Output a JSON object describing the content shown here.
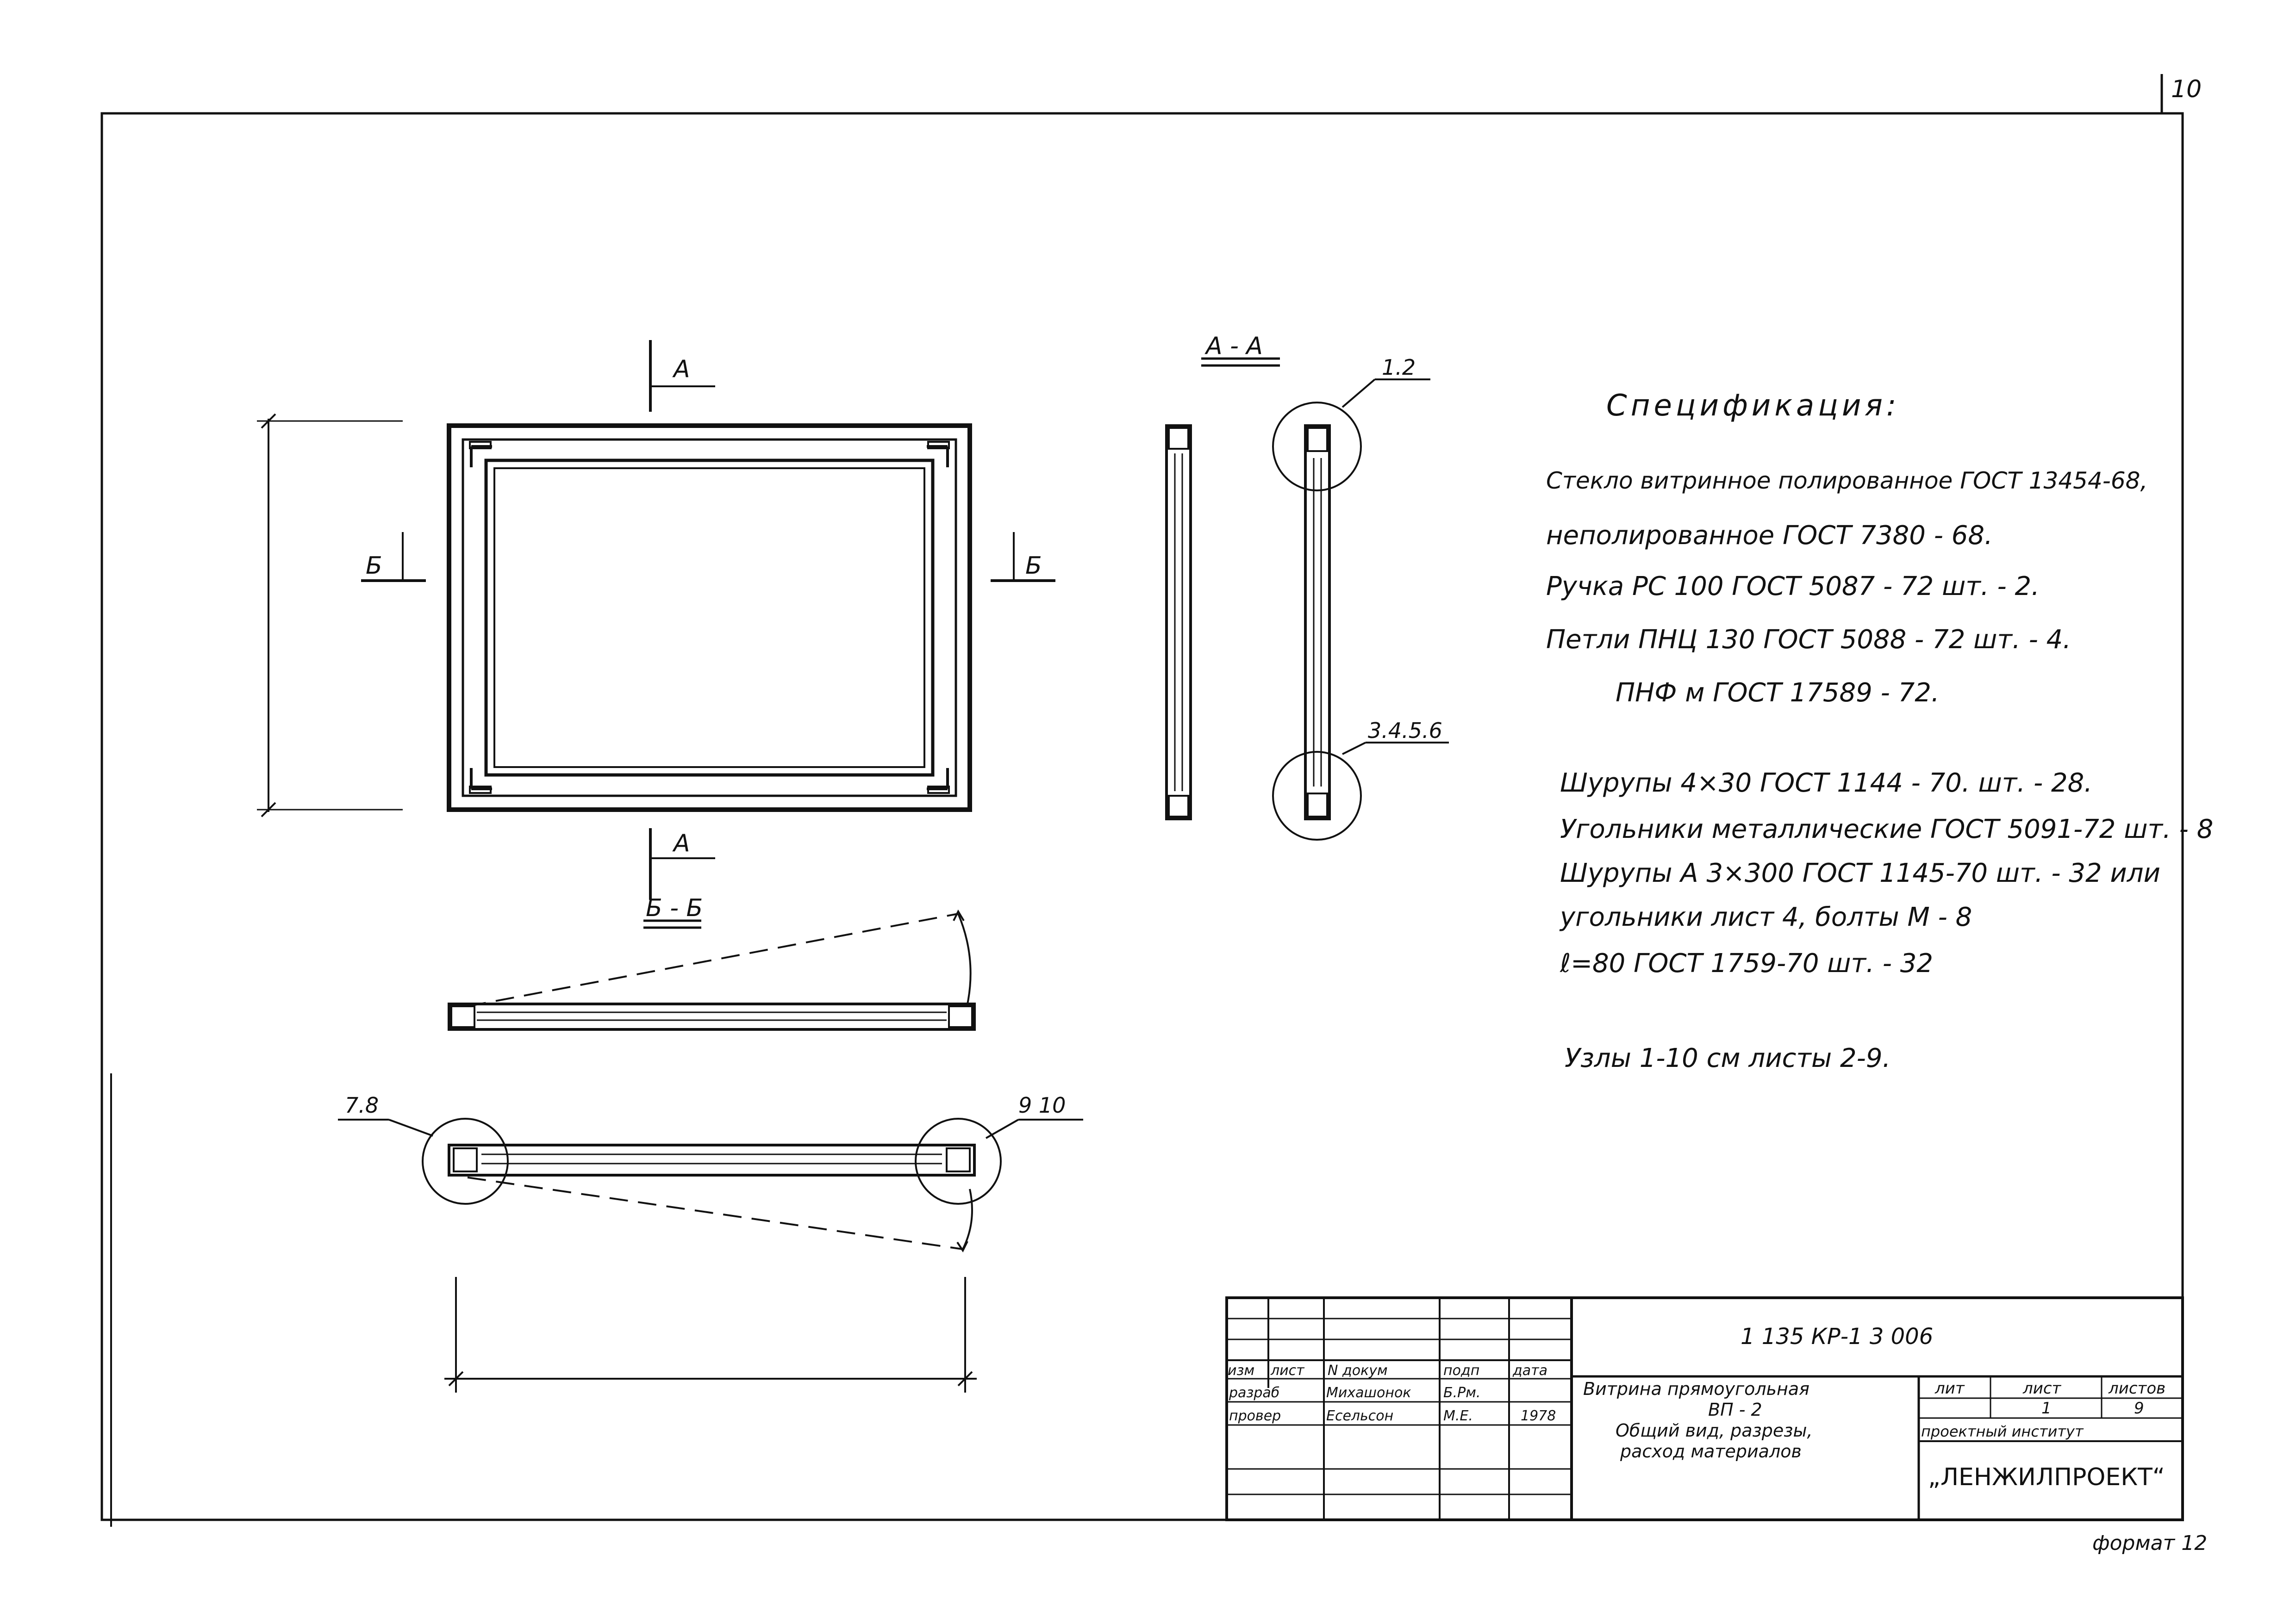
{
  "sheet": {
    "page_number": "10",
    "format_label": "формат 12"
  },
  "views": {
    "section_a": "А",
    "section_b": "Б",
    "view_aa_label": "А - А",
    "view_bb_label": "Б - Б",
    "callout_12": "1.2",
    "callout_3456": "3.4.5.6",
    "callout_78": "7.8",
    "callout_910": "9 10"
  },
  "specification": {
    "title": "Спецификация:",
    "lines": [
      "Стекло витринное полированное ГОСТ 13454-68,",
      "неполированное ГОСТ 7380 - 68.",
      "Ручка РС 100   ГОСТ   5087 - 72    шт. - 2.",
      "Петли ПНЦ 130 ГОСТ 5088 - 72        шт. - 4.",
      "ПНФ м  ГОСТ  17589 - 72.",
      "Шурупы 4×30 ГОСТ 1144 - 70.    шт. - 28.",
      "Угольники металлические ГОСТ 5091-72 шт. - 8",
      "Шурупы А 3×300 ГОСТ 1145-70   шт. - 32 или",
      "угольники  лист 4,  болты  М - 8",
      "ℓ=80  ГОСТ    1759-70          шт. - 32",
      "Узлы 1-10 см листы 2-9."
    ]
  },
  "title_block": {
    "doc_code": "1 135 КР-1 3 006",
    "headers": [
      "изм",
      "лист",
      "N докум",
      "подп",
      "дата"
    ],
    "row_razrab": [
      "разраб",
      "Михашонок",
      "Б.Рм.",
      ""
    ],
    "row_prover": [
      "провер",
      "Есельсон",
      "М.Е.",
      "1978"
    ],
    "title_lines": [
      "Витрина прямоугольная",
      "ВП - 2",
      "Общий вид, разрезы,",
      "расход материалов"
    ],
    "lit_header": "лит",
    "list_header": "лист",
    "listov_header": "листов",
    "list_value": "1",
    "listov_value": "9",
    "institute_label": "проектный институт",
    "institute_name": "„ЛЕНЖИЛПРОЕКТ“"
  }
}
